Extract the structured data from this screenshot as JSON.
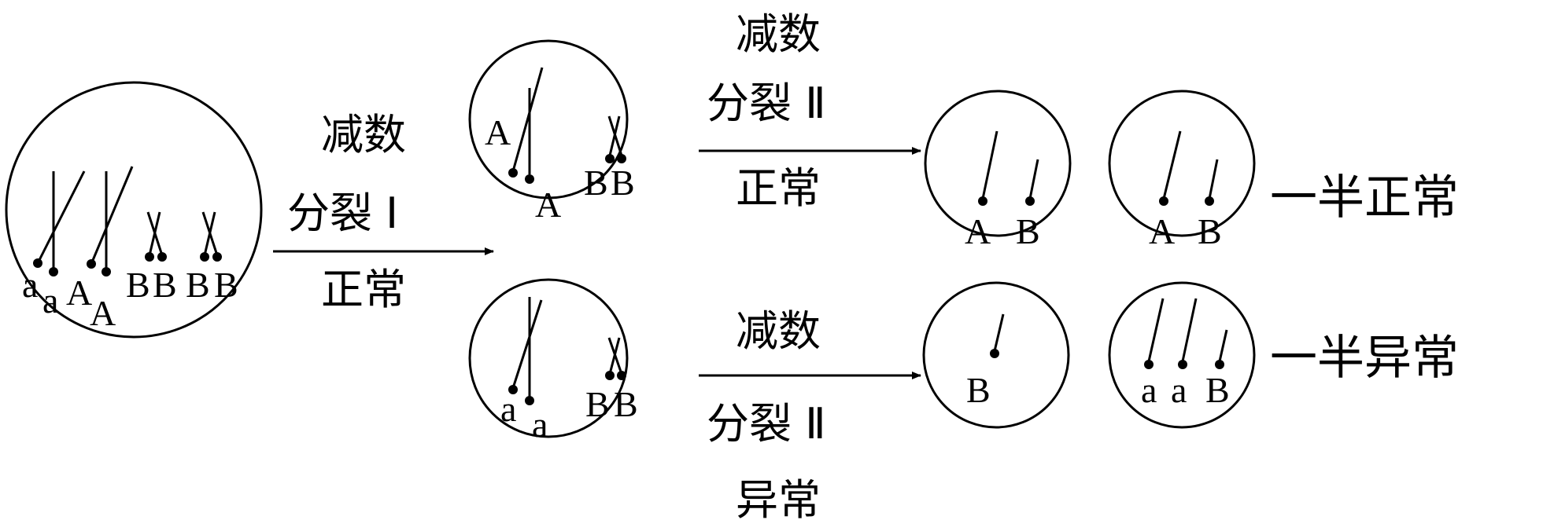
{
  "arrows": {
    "meiosis1": {
      "line1": "减数",
      "line2": "分裂 Ⅰ",
      "line3": "正常"
    },
    "meiosis2_normal": {
      "line1": "减数",
      "line2": "分裂 Ⅱ",
      "line3": "正常"
    },
    "meiosis2_abnormal": {
      "line1": "减数",
      "line2": "分裂 Ⅱ",
      "line3": "异常"
    }
  },
  "cells": {
    "parent": {
      "labels": [
        "a",
        "a",
        "A",
        "A",
        "B",
        "B",
        "B",
        "B"
      ]
    },
    "secondary_top": {
      "labels": [
        "A",
        "A",
        "B",
        "B"
      ]
    },
    "secondary_bottom": {
      "labels": [
        "a",
        "a",
        "B",
        "B"
      ]
    },
    "gamete_normal_1": {
      "labels": [
        "A",
        "B"
      ]
    },
    "gamete_normal_2": {
      "labels": [
        "A",
        "B"
      ]
    },
    "gamete_abnormal_1": {
      "labels": [
        "B"
      ]
    },
    "gamete_abnormal_2": {
      "labels": [
        "a",
        "a",
        "B"
      ]
    }
  },
  "results": {
    "top": "一半正常",
    "bottom": "一半异常"
  }
}
